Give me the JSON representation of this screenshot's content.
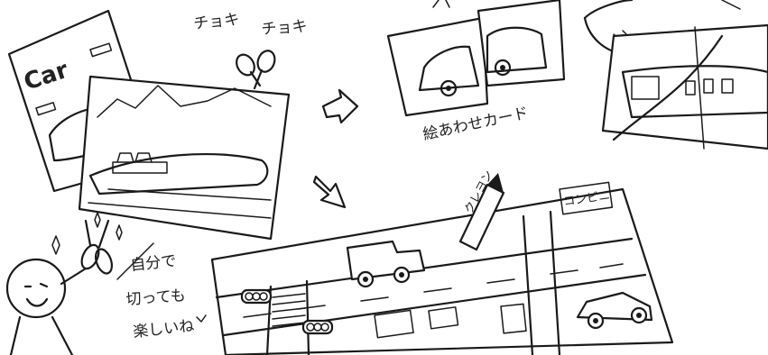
{
  "sound_effect_1": "チョキ",
  "sound_effect_2": "チョキ",
  "magazine_cover_title": "Car",
  "card_game_caption": "絵あわせカード",
  "speech_bubble_lines": [
    "自分で",
    "切っても",
    "楽しいね"
  ],
  "crayon_label": "クレヨン",
  "shop_sign": "コンビニ",
  "colors": {
    "ink": "#1a1a1a",
    "paper": "#ffffff"
  }
}
